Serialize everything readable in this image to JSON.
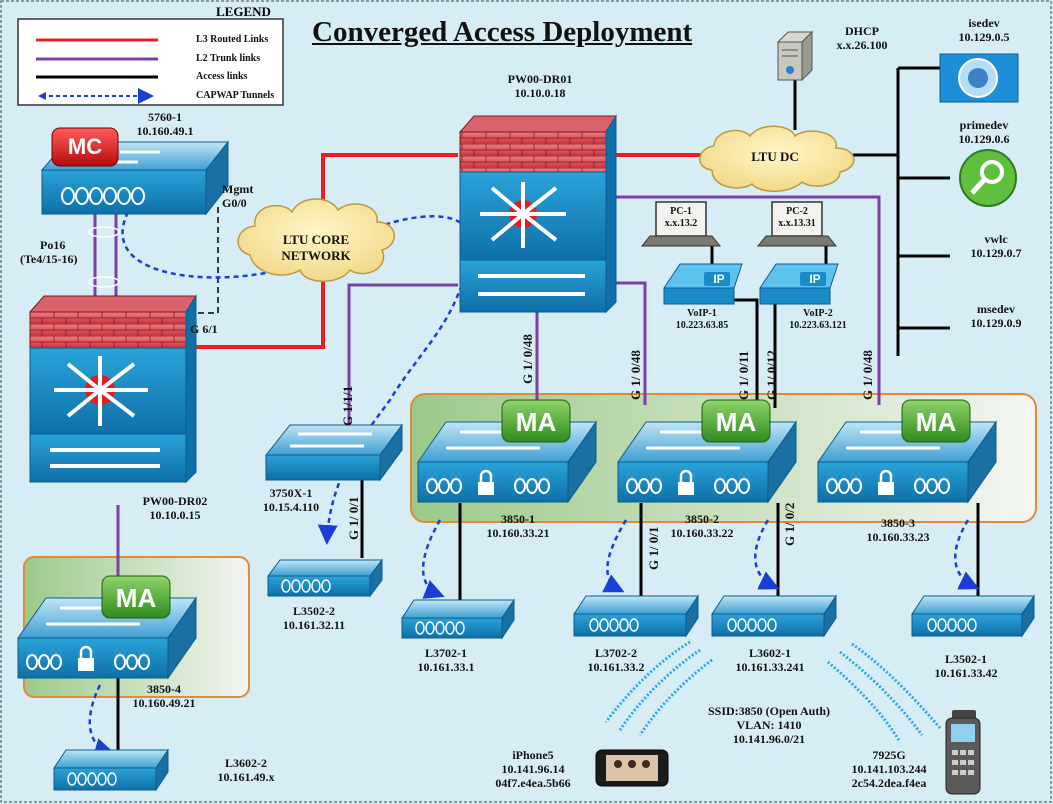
{
  "title": "Converged Access Deployment",
  "legend": {
    "heading": "LEGEND",
    "items": [
      {
        "label": "L3 Routed Links",
        "color": "#e8201f",
        "style": "solid"
      },
      {
        "label": "L2 Trunk links",
        "color": "#7a3fa8",
        "style": "solid"
      },
      {
        "label": "Access links",
        "color": "#000000",
        "style": "solid"
      },
      {
        "label": "CAPWAP Tunnels",
        "color": "#1b3ed6",
        "style": "dashed"
      }
    ]
  },
  "badges": {
    "mc": "MC",
    "ma": "MA",
    "ip": "IP"
  },
  "clouds": {
    "core": [
      "LTU CORE",
      "NETWORK"
    ],
    "dc": "LTU DC"
  },
  "devices": {
    "c5760": {
      "name": "5760-1",
      "ip": "10.160.49.1"
    },
    "dr01": {
      "name": "PW00-DR01",
      "ip": "10.10.0.18"
    },
    "dr02": {
      "name": "PW00-DR02",
      "ip": "10.10.0.15"
    },
    "dhcp": {
      "name": "DHCP",
      "ip": "x.x.26.100"
    },
    "isedev": {
      "name": "isedev",
      "ip": "10.129.0.5"
    },
    "primedev": {
      "name": "primedev",
      "ip": "10.129.0.6"
    },
    "vwlc": {
      "name": "vwlc",
      "ip": "10.129.0.7"
    },
    "msedev": {
      "name": "msedev",
      "ip": "10.129.0.9"
    },
    "pc1": {
      "name": "PC-1",
      "ip": "x.x.13.2"
    },
    "pc2": {
      "name": "PC-2",
      "ip": "x.x.13.31"
    },
    "voip1": {
      "name": "VoIP-1",
      "ip": "10.223.63.85"
    },
    "voip2": {
      "name": "VoIP-2",
      "ip": "10.223.63.121"
    },
    "c3750": {
      "name": "3750X-1",
      "ip": "10.15.4.110"
    },
    "s38501": {
      "name": "3850-1",
      "ip": "10.160.33.21"
    },
    "s38502": {
      "name": "3850-2",
      "ip": "10.160.33.22"
    },
    "s38503": {
      "name": "3850-3",
      "ip": "10.160.33.23"
    },
    "s38504": {
      "name": "3850-4",
      "ip": "10.160.49.21"
    },
    "ap_l3502_2": {
      "name": "L3502-2",
      "ip": "10.161.32.11"
    },
    "ap_l3702_1": {
      "name": "L3702-1",
      "ip": "10.161.33.1"
    },
    "ap_l3702_2": {
      "name": "L3702-2",
      "ip": "10.161.33.2"
    },
    "ap_l3602_1": {
      "name": "L3602-1",
      "ip": "10.161.33.241"
    },
    "ap_l3502_1": {
      "name": "L3502-1",
      "ip": "10.161.33.42"
    },
    "ap_l3602_2": {
      "name": "L3602-2",
      "ip": "10.161.49.x"
    }
  },
  "ssid": {
    "line1": "SSID:3850 (Open Auth)",
    "line2": "VLAN: 1410",
    "line3": "10.141.96.0/21"
  },
  "clients": {
    "iphone": {
      "name": "iPhone5",
      "ip": "10.141.96.14",
      "mac": "04f7.e4ea.5b66"
    },
    "phone7925": {
      "name": "7925G",
      "ip": "10.141.103.244",
      "mac": "2c54.2dea.f4ea"
    }
  },
  "ports": {
    "mgmt": "Mgmt",
    "g00": "G0/0",
    "po16": "Po16",
    "te": "(Te4/15-16)",
    "g61": "G 6/1",
    "g111": "G 1/1/1",
    "g101": "G 1/ 0/1",
    "g1048a": "G 1/ 0/48",
    "g1048b": "G 1/ 0/48",
    "g1011": "G 1/ 0/11",
    "g1012": "G 1/ 0/12",
    "g1048c": "G 1/ 0/48",
    "g101b": "G 1/ 0/1",
    "g102": "G 1/ 0/2"
  }
}
